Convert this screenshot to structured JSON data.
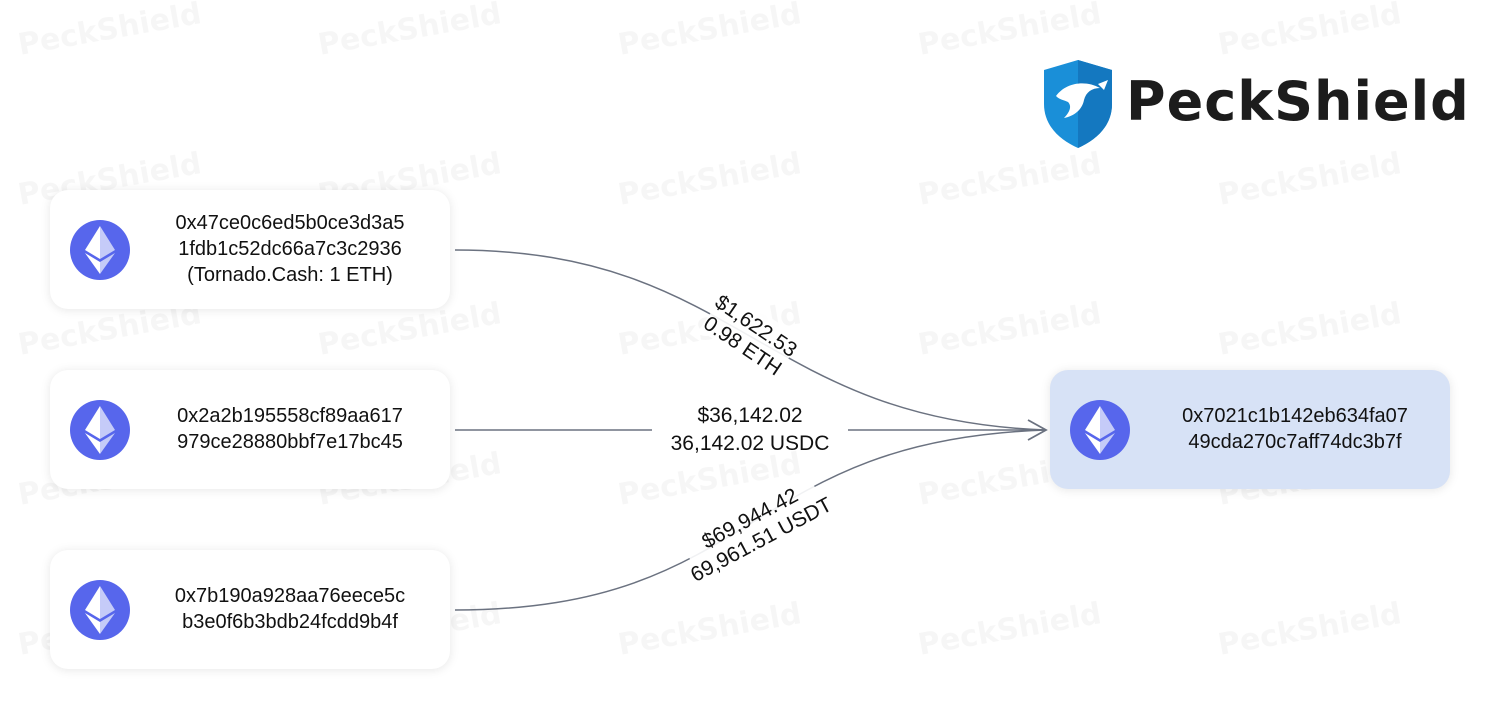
{
  "watermark": "PeckShield",
  "brand": {
    "name": "PeckShield",
    "primary_color": "#1a8fd8",
    "text_color": "#1c1c1c"
  },
  "colors": {
    "eth_badge": "#5766ec",
    "target_node_bg": "#d7e2f6",
    "edge": "#6b7280"
  },
  "nodes": {
    "source_1": {
      "icon": "ethereum-icon",
      "lines": [
        "0x47ce0c6ed5b0ce3d3a5",
        "1fdb1c52dc66a7c3c2936",
        "(Tornado.Cash: 1 ETH)"
      ]
    },
    "source_2": {
      "icon": "ethereum-icon",
      "lines": [
        "0x2a2b195558cf89aa617",
        "979ce28880bbf7e17bc45"
      ]
    },
    "source_3": {
      "icon": "ethereum-icon",
      "lines": [
        "0x7b190a928aa76eece5c",
        "b3e0f6b3bdb24fcdd9b4f"
      ]
    },
    "target": {
      "icon": "ethereum-icon",
      "lines": [
        "0x7021c1b142eb634fa07",
        "49cda270c7aff74dc3b7f"
      ]
    }
  },
  "edges": [
    {
      "from": "source_1",
      "to": "target",
      "usd": "$1,622.53",
      "amount": "0.98 ETH"
    },
    {
      "from": "source_2",
      "to": "target",
      "usd": "$36,142.02",
      "amount": "36,142.02 USDC"
    },
    {
      "from": "source_3",
      "to": "target",
      "usd": "$69,944.42",
      "amount": "69,961.51 USDT"
    }
  ]
}
